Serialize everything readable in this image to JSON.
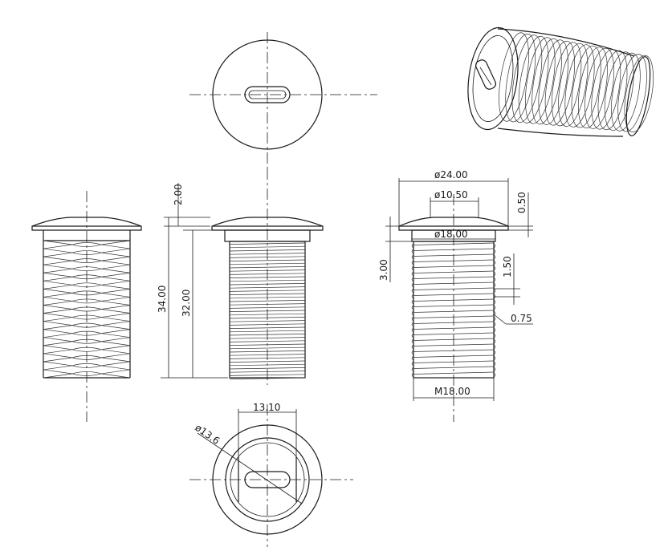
{
  "drawing": {
    "colors": {
      "line": "#1a1a1a",
      "background": "#ffffff"
    },
    "dimensions": {
      "overall_diameter": "ø24.00",
      "slot_diameter": "ø10.50",
      "shank_diameter": "ø18.00",
      "head_thickness_top": "2.00",
      "flange_lip": "0.50",
      "total_length": "34.00",
      "shank_length": "32.00",
      "head_height": "3.00",
      "thread_pitch_1": "1.50",
      "thread_pitch_2": "0.75",
      "thread_spec": "M18.00",
      "bottom_width": "13.10",
      "bottom_diameter": "ø13.6"
    }
  }
}
